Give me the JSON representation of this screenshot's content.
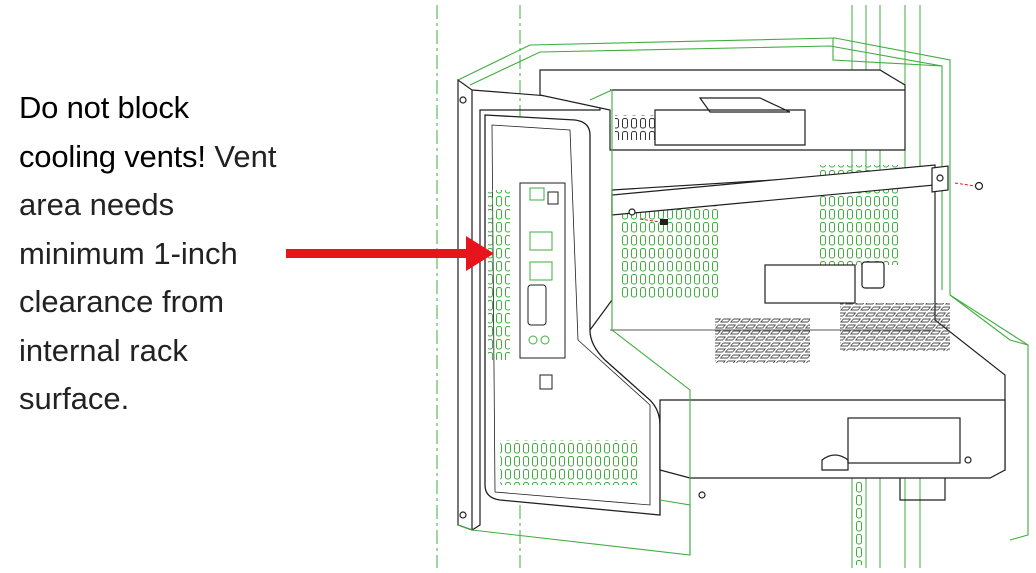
{
  "callout": {
    "warning_line1": "Do not block",
    "warning_line2": "cooling vents!",
    "body_tail_line2": " Vent",
    "body_line3": "area needs",
    "body_line4": "minimum 1-inch",
    "body_line5": "clearance from",
    "body_line6": "internal rack",
    "body_line7": "surface."
  },
  "colors": {
    "arrow": "#e8141b",
    "outline": "#1f1f1f",
    "rack_green": "#3fae3f",
    "text": "#1a1a1a"
  },
  "icons": {
    "arrow": "red-right-arrow-icon",
    "screw": "screw-icon"
  }
}
